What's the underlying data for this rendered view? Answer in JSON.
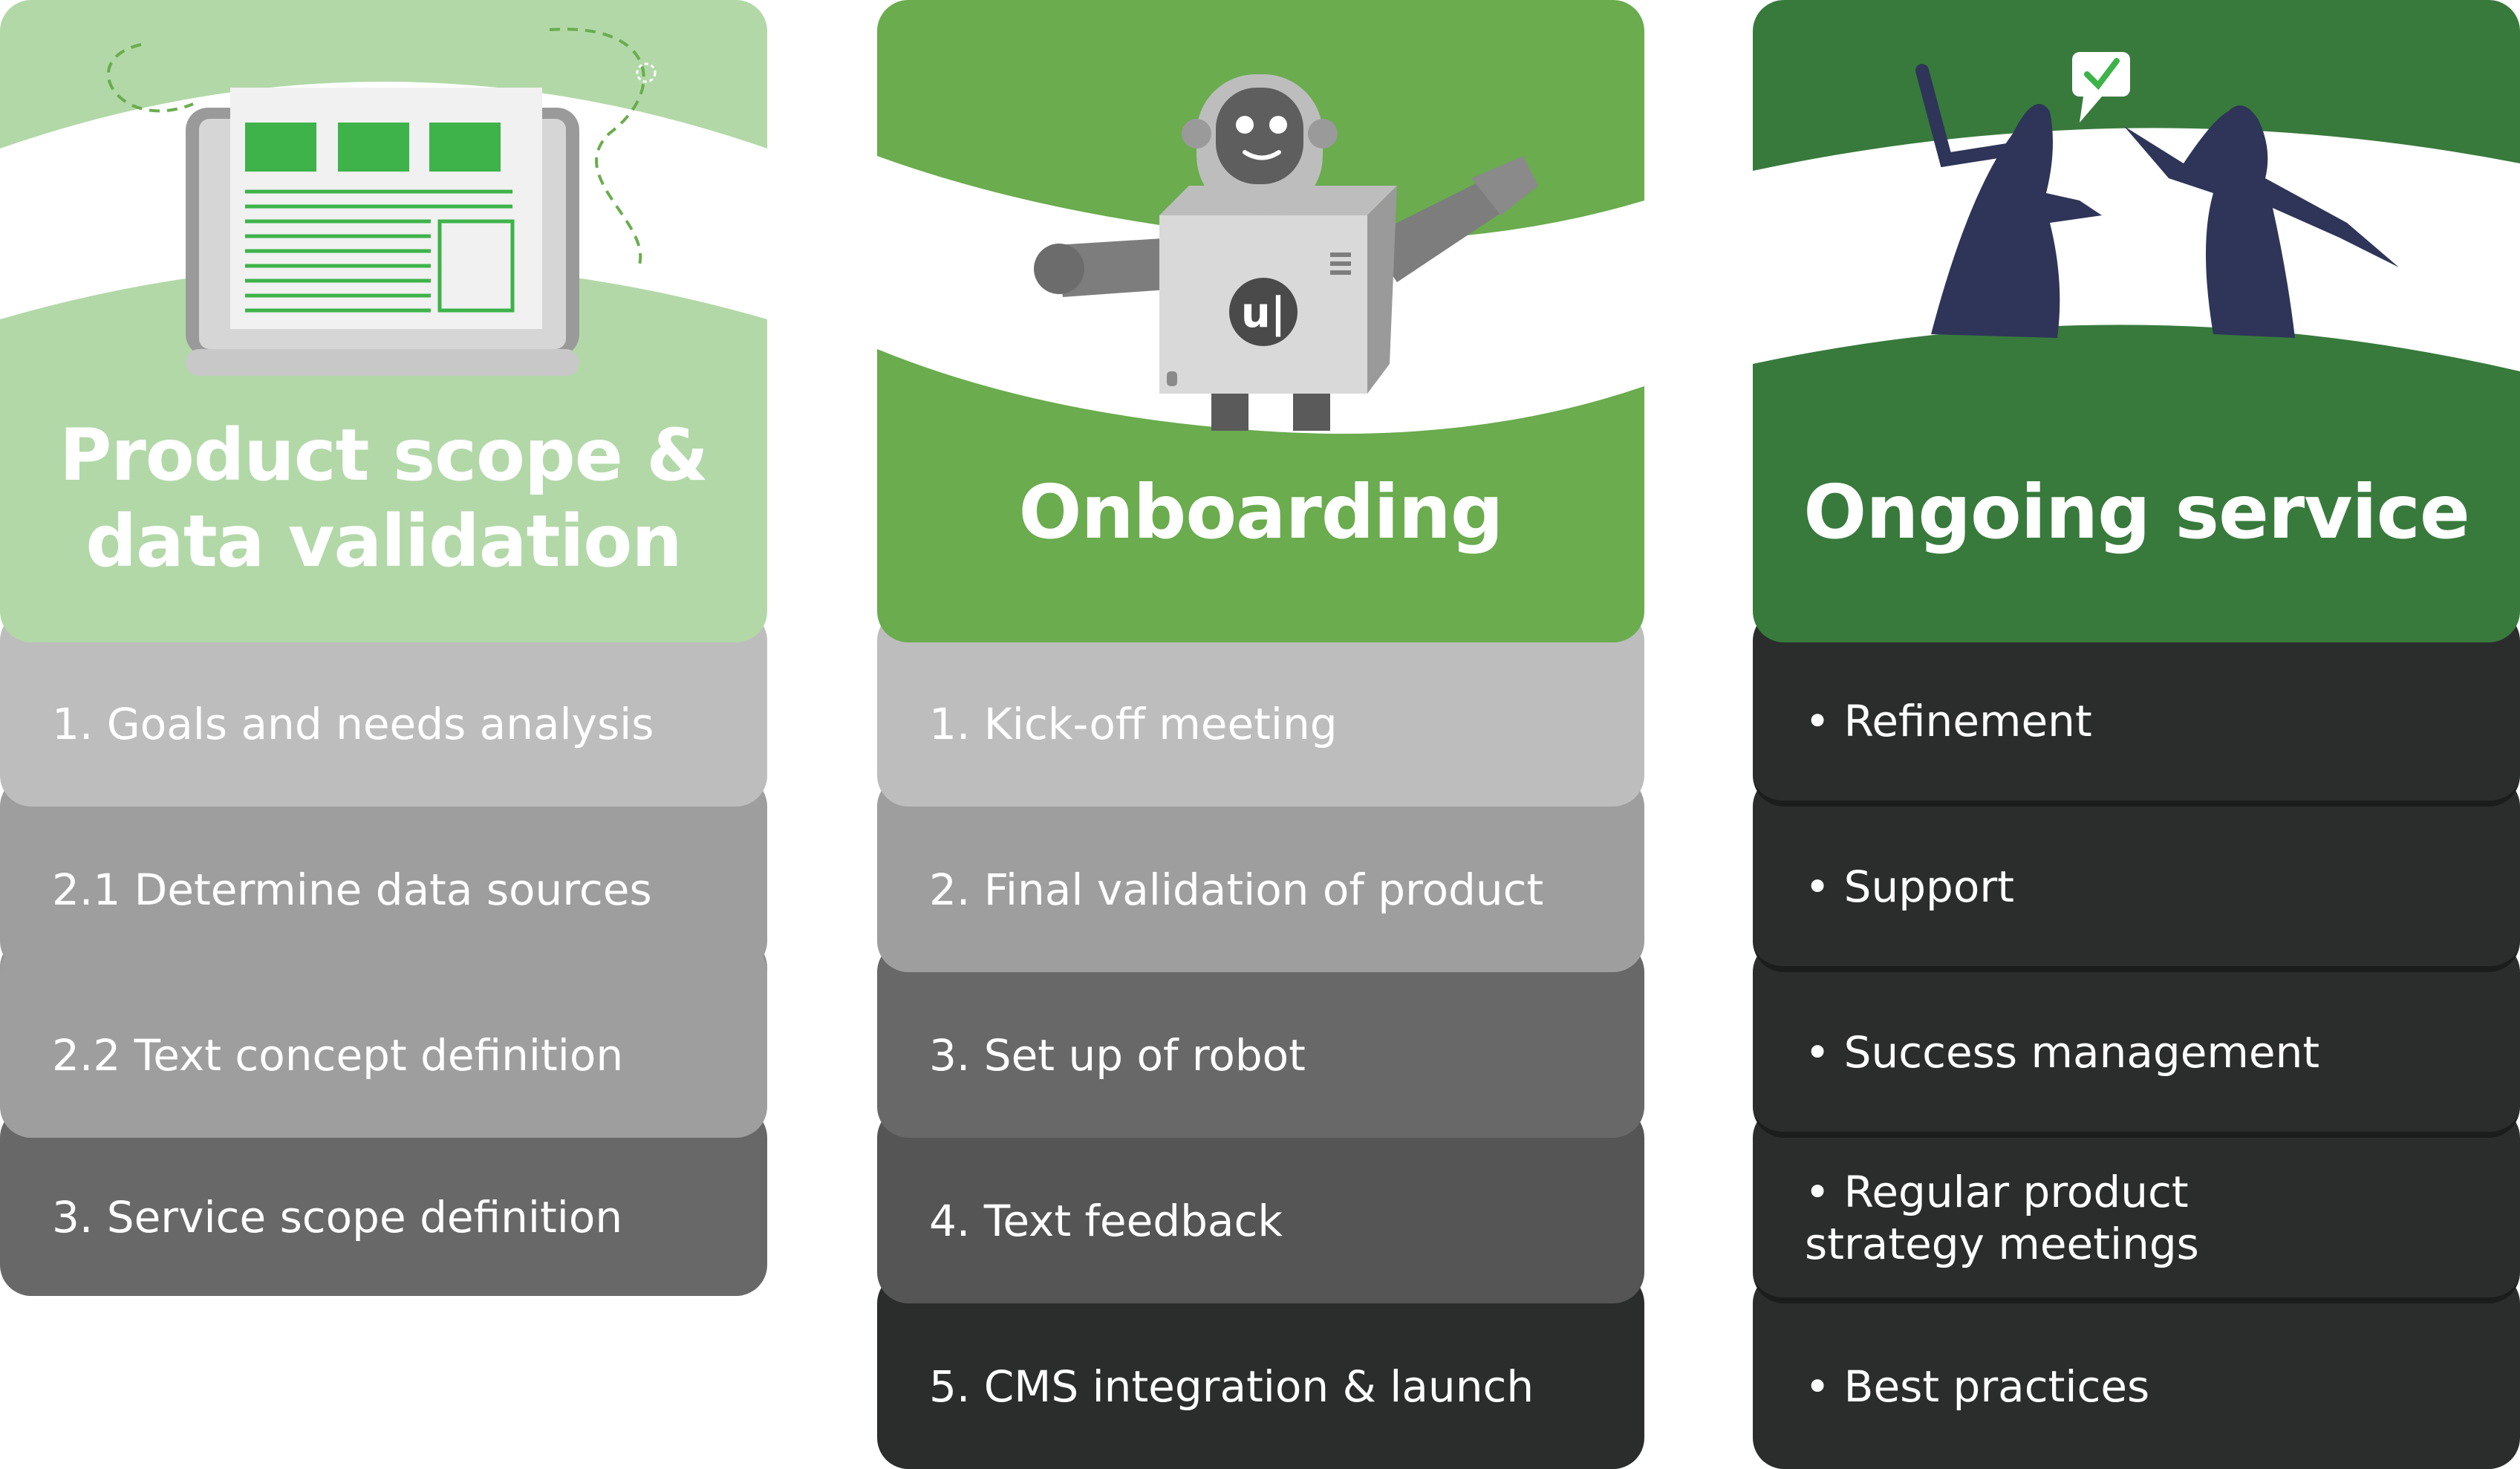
{
  "colors": {
    "column_1_header": "#b2d8a8",
    "column_2_header": "#6aac4e",
    "column_3_header": "#387a3c",
    "gray_1": "#bdbdbd",
    "gray_2": "#9e9e9e",
    "gray_3": "#686868",
    "gray_4": "#545554",
    "dark": "#2b2d2c",
    "figure_navy": "#2e3558"
  },
  "columns": [
    {
      "title": "Product scope & data validation",
      "title_lines": [
        "Product scope &",
        "data validation"
      ],
      "illustration": "laptop-icon",
      "steps": [
        {
          "label": "1. Goals and needs analysis",
          "color": "#bdbdbd"
        },
        {
          "label": "2.1 Determine data sources",
          "color": "#9e9e9e"
        },
        {
          "label": "2.2 Text concept definition",
          "color": "#9e9e9e"
        },
        {
          "label": "3. Service scope definition",
          "color": "#686868"
        }
      ]
    },
    {
      "title": "Onboarding",
      "illustration": "robot-icon",
      "robot_badge": "u|",
      "steps": [
        {
          "label": "1. Kick-off meeting",
          "color": "#bdbdbd"
        },
        {
          "label": "2. Final validation of product",
          "color": "#9e9e9e"
        },
        {
          "label": "3. Set up of robot",
          "color": "#686868"
        },
        {
          "label": "4. Text feedback",
          "color": "#545554"
        },
        {
          "label": "5. CMS integration & launch",
          "color": "#2b2d2c"
        }
      ]
    },
    {
      "title": "Ongoing service",
      "illustration": "people-high-five-icon",
      "steps": [
        {
          "label": "• Refinement",
          "color": "#2b2d2c"
        },
        {
          "label": "• Support",
          "color": "#2b2d2c"
        },
        {
          "label": "• Success management",
          "color": "#2b2d2c"
        },
        {
          "label": "• Regular product strategy meetings",
          "lines": [
            "• Regular product",
            "strategy meetings"
          ],
          "color": "#2b2d2c"
        },
        {
          "label": "• Best practices",
          "color": "#2b2d2c"
        }
      ]
    }
  ]
}
